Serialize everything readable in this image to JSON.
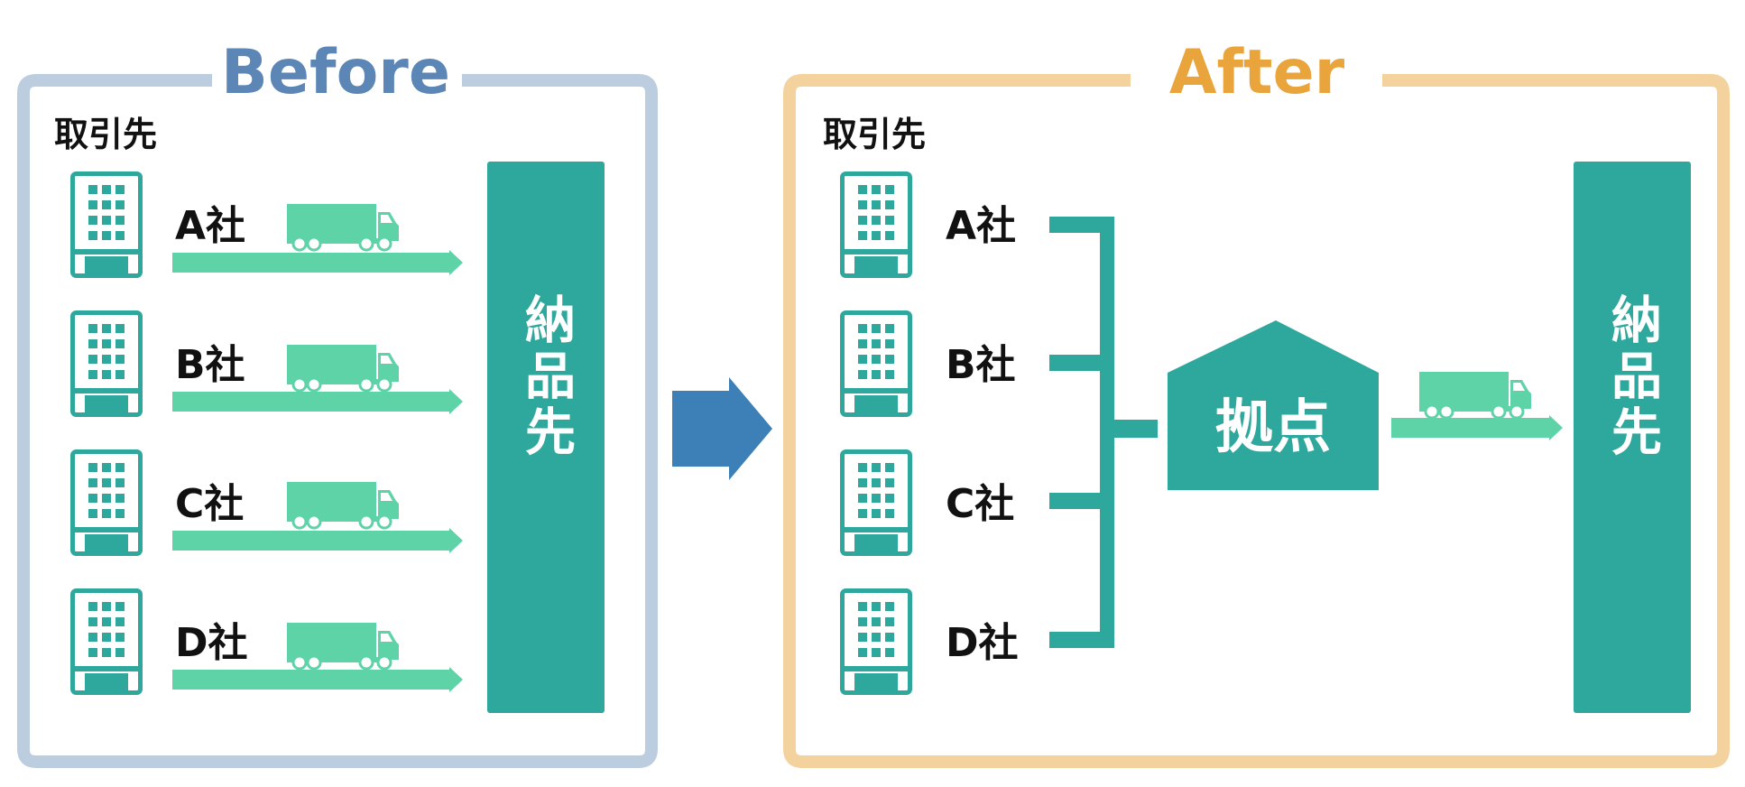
{
  "before": {
    "title": "Before",
    "suppliers_label": "取引先",
    "companies": [
      "A社",
      "B社",
      "C社",
      "D社"
    ],
    "destination_label": "納品先"
  },
  "after": {
    "title": "After",
    "suppliers_label": "取引先",
    "companies": [
      "A社",
      "B社",
      "C社",
      "D社"
    ],
    "hub_label": "拠点",
    "destination_label": "納品先"
  },
  "colors": {
    "before_frame": "#bccde0",
    "before_title": "#5b86b5",
    "after_frame": "#f3d29e",
    "after_title": "#e9a43b",
    "teal": "#2ea89c",
    "mint": "#5fd3a8",
    "big_arrow": "#3d80b8",
    "text": "#111111",
    "white": "#ffffff"
  },
  "icons": {
    "building": "building-icon",
    "truck": "truck-icon",
    "arrow": "arrow-right-icon",
    "transition": "transition-arrow-icon",
    "hub": "warehouse-icon"
  }
}
